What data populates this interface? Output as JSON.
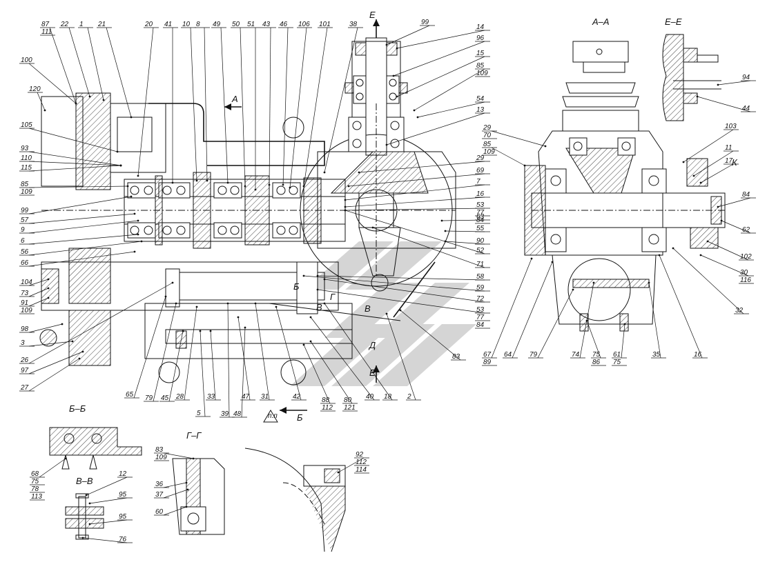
{
  "sections": {
    "main_cut_marker_a": "А",
    "main_cut_marker_e": "Е",
    "main_cut_marker_b": "Б",
    "view_aa": "А–А",
    "view_ee": "Е–Е",
    "view_bb": "Б–Б",
    "view_gg": "Г–Г",
    "view_vv": "В–В",
    "marker_k": "К",
    "marker_g": "Г",
    "marker_v": "В",
    "marker_d": "Д",
    "marker_np": "п.п"
  },
  "callouts_top": [
    {
      "text": "87",
      "sub": "111"
    },
    {
      "text": "22"
    },
    {
      "text": "1"
    },
    {
      "text": "21"
    },
    {
      "text": "20"
    },
    {
      "text": "41"
    },
    {
      "text": "10"
    },
    {
      "text": "8"
    },
    {
      "text": "49"
    },
    {
      "text": "50"
    },
    {
      "text": "51"
    },
    {
      "text": "43"
    },
    {
      "text": "46"
    },
    {
      "text": "106"
    },
    {
      "text": "101"
    },
    {
      "text": "38"
    }
  ],
  "callouts_left": [
    {
      "text": "100"
    },
    {
      "text": "120"
    },
    {
      "text": "105"
    },
    {
      "text": "93"
    },
    {
      "text": "110"
    },
    {
      "text": "115"
    },
    {
      "text": "85",
      "sub": "109"
    },
    {
      "text": "99"
    },
    {
      "text": "57"
    },
    {
      "text": "9"
    },
    {
      "text": "6"
    },
    {
      "text": "56"
    },
    {
      "text": "66"
    },
    {
      "text": "104"
    },
    {
      "text": "73"
    },
    {
      "text": "91",
      "sub": "109"
    },
    {
      "text": "98"
    },
    {
      "text": "3"
    },
    {
      "text": "26"
    },
    {
      "text": "97"
    },
    {
      "text": "27"
    }
  ],
  "callouts_bottom": [
    {
      "text": "65"
    },
    {
      "text": "79"
    },
    {
      "text": "45"
    },
    {
      "text": "28"
    },
    {
      "text": "5"
    },
    {
      "text": "33"
    },
    {
      "text": "39"
    },
    {
      "text": "48"
    },
    {
      "text": "47"
    },
    {
      "text": "31"
    },
    {
      "text": "42"
    },
    {
      "text": "88",
      "sub": "112"
    },
    {
      "text": "80",
      "sub": "121"
    },
    {
      "text": "40"
    },
    {
      "text": "18"
    },
    {
      "text": "2"
    }
  ],
  "callouts_center_right": [
    {
      "text": "99"
    },
    {
      "text": "14"
    },
    {
      "text": "96"
    },
    {
      "text": "15"
    },
    {
      "text": "85",
      "sub": "109"
    },
    {
      "text": "54"
    },
    {
      "text": "13"
    },
    {
      "text": "29"
    },
    {
      "text": "69"
    },
    {
      "text": "7"
    },
    {
      "text": "16"
    },
    {
      "text": "53",
      "sub": "77",
      "sub2": "84"
    },
    {
      "text": "63"
    },
    {
      "text": "55"
    },
    {
      "text": "90"
    },
    {
      "text": "52"
    },
    {
      "text": "71"
    },
    {
      "text": "58"
    },
    {
      "text": "59"
    },
    {
      "text": "72"
    },
    {
      "text": "53b",
      "label": "53",
      "sub": "77",
      "sub2": "84"
    },
    {
      "text": "83"
    }
  ],
  "callouts_aa": [
    {
      "text": "29",
      "sub": "70"
    },
    {
      "text": "85",
      "sub": "109"
    },
    {
      "text": "103"
    },
    {
      "text": "11"
    },
    {
      "text": "17"
    },
    {
      "text": "84"
    },
    {
      "text": "62"
    },
    {
      "text": "102"
    },
    {
      "text": "30",
      "sub": "116"
    },
    {
      "text": "32"
    },
    {
      "text": "16"
    },
    {
      "text": "35"
    },
    {
      "text": "61",
      "sub": "75"
    },
    {
      "text": "75",
      "sub": "86"
    },
    {
      "text": "74"
    },
    {
      "text": "79"
    },
    {
      "text": "64"
    },
    {
      "text": "67",
      "sub": "89"
    }
  ],
  "callouts_ee": [
    {
      "text": "94"
    },
    {
      "text": "44"
    }
  ],
  "callouts_detail": [
    {
      "text": "68",
      "sub": "75",
      "sub2": "78",
      "sub3": "113"
    },
    {
      "text": "12"
    },
    {
      "text": "95"
    },
    {
      "text": "95b",
      "label": "95"
    },
    {
      "text": "76"
    },
    {
      "text": "83",
      "sub": "109"
    },
    {
      "text": "36"
    },
    {
      "text": "37"
    },
    {
      "text": "60"
    },
    {
      "text": "92",
      "sub": "112",
      "sub2": "114"
    }
  ]
}
